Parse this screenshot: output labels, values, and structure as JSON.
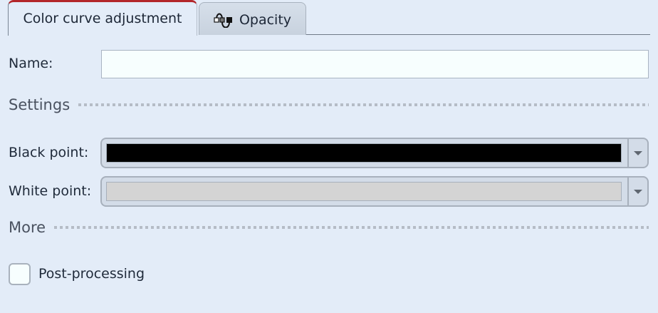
{
  "tabs": [
    {
      "label": "Color curve adjustment",
      "active": true,
      "accent_color": "#b3262a"
    },
    {
      "label": "Opacity",
      "active": false,
      "icon": "curve-keyframe-icon"
    }
  ],
  "form": {
    "name_label": "Name:",
    "name_value": "",
    "name_placeholder": ""
  },
  "sections": {
    "settings": "Settings",
    "more": "More"
  },
  "settings": {
    "black_point": {
      "label": "Black point:",
      "color": "#000000"
    },
    "white_point": {
      "label": "White point:",
      "color": "#d4d4d4"
    }
  },
  "more": {
    "post_processing": {
      "label": "Post-processing",
      "checked": false
    }
  }
}
